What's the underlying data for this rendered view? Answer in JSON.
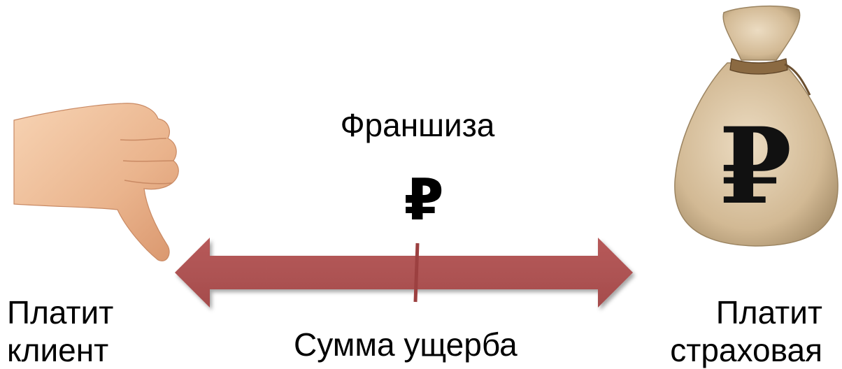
{
  "labels": {
    "franchise": "Франшиза",
    "ruble_symbol": "₽",
    "damage_amount": "Сумма ущерба",
    "client_pays": [
      "Платит",
      "клиент"
    ],
    "insurer_pays": [
      "Платит",
      "страховая"
    ]
  },
  "icons": {
    "left": "thumbs-down-hand-icon",
    "right": "ruble-money-bag-icon"
  },
  "colors": {
    "arrow": "#b05454",
    "marker": "#a34646",
    "skin": "#f2c09a",
    "bag": "#dbc5a5"
  }
}
